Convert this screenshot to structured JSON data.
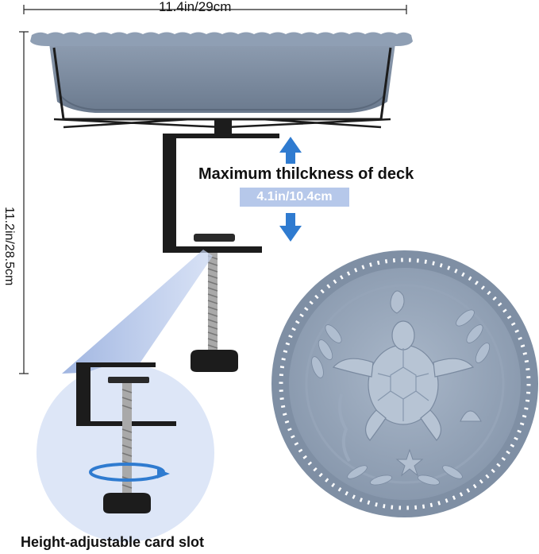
{
  "labels": {
    "width": "11.4in/29cm",
    "height": "11.2in/28.5cm",
    "deck": "Maximum thilckness of deck",
    "thickness": "4.1in/10.4cm",
    "slot": "Height-adjustable card slot"
  },
  "colors": {
    "bowl": "#7e8ea3",
    "bowl_light": "#9fafc3",
    "bowl_dark": "#5f6e82",
    "metal": "#1c1c1c",
    "arrow": "#2f7bd0",
    "zoom_bg": "#dde6f7",
    "badge": "#b6c8ea"
  },
  "icons": [
    "bird-bath-bowl-image",
    "deck-clamp-image",
    "turtle-bowl-top-image",
    "zoom-detail-image",
    "rotate-arrow-icon",
    "up-arrow-icon",
    "down-arrow-icon"
  ]
}
